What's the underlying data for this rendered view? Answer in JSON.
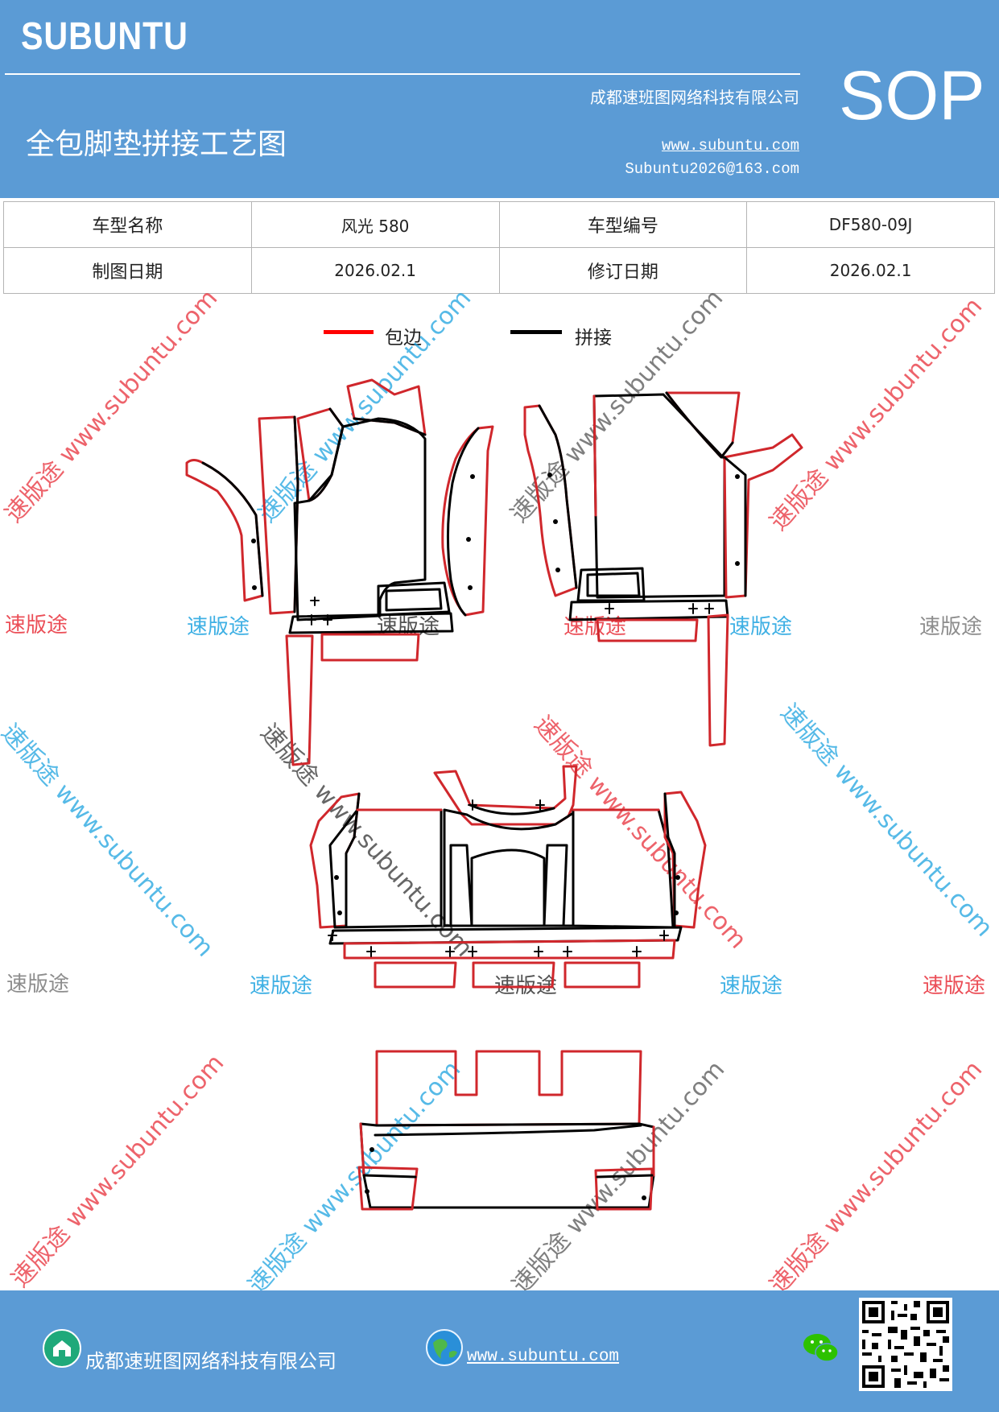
{
  "header": {
    "brand": "SUBUNTU",
    "company": "成都速班图网络科技有限公司",
    "title": "全包脚垫拼接工艺图",
    "website": "www.subuntu.com",
    "email": "Subuntu2026@163.com",
    "badge": "SOP"
  },
  "info_table": {
    "rows": [
      {
        "label1": "车型名称",
        "value1": "风光 580",
        "label2": "车型编号",
        "value2": "DF580-09J"
      },
      {
        "label1": "制图日期",
        "value1": "2026.02.1",
        "label2": "修订日期",
        "value2": "2026.02.1"
      }
    ]
  },
  "legend": {
    "items": [
      {
        "label": "包边",
        "color": "#ff0000"
      },
      {
        "label": "拼接",
        "color": "#000000"
      }
    ]
  },
  "watermarks": {
    "short": "速版途",
    "long": "速版途 www.subuntu.com",
    "colors": {
      "red": "#e8303a",
      "blue": "#1ea3e0",
      "gray": "#7a7a7a",
      "black": "#333333"
    }
  },
  "drawing": {
    "colors": {
      "edge": "#d0272c",
      "seam": "#000000"
    }
  },
  "footer": {
    "company": "成都速班图网络科技有限公司",
    "website": "www.subuntu.com",
    "icons": [
      "company-icon",
      "globe-icon",
      "wechat-icon",
      "qr-code"
    ]
  }
}
